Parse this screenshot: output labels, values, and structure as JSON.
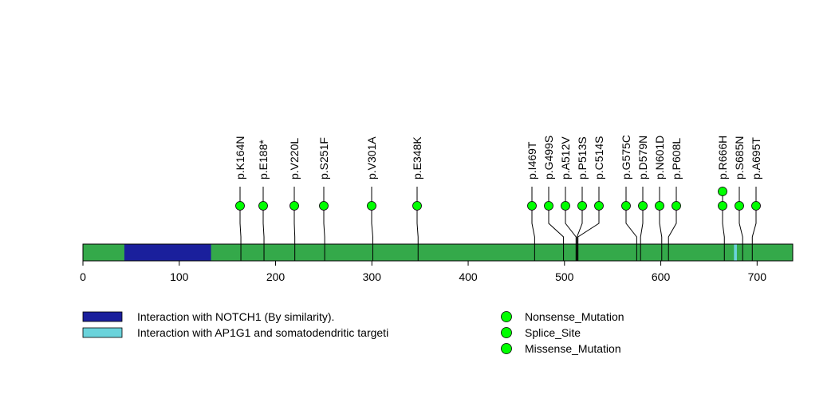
{
  "chart_data": {
    "type": "lollipop",
    "protein_length": 737,
    "x_ticks": [
      0,
      100,
      200,
      300,
      400,
      500,
      600,
      700
    ],
    "xlim": [
      0,
      737
    ],
    "domains": [
      {
        "name": "Interaction with NOTCH1 (By similarity).",
        "start": 43,
        "end": 133,
        "color": "#1a1f9c"
      },
      {
        "name": "Interaction with AP1G1 and somatodendritic targeti",
        "start": 676,
        "end": 679,
        "color": "#6ad3db"
      }
    ],
    "backbone_color": "#34a94a",
    "mutations": [
      {
        "label": "p.K164N",
        "pos": 164,
        "count": 1
      },
      {
        "label": "p.E188*",
        "pos": 188,
        "count": 1
      },
      {
        "label": "p.V220L",
        "pos": 220,
        "count": 1
      },
      {
        "label": "p.S251F",
        "pos": 251,
        "count": 1
      },
      {
        "label": "p.V301A",
        "pos": 301,
        "count": 1
      },
      {
        "label": "p.E348K",
        "pos": 348,
        "count": 1
      },
      {
        "label": "p.I469T",
        "pos": 469,
        "count": 1
      },
      {
        "label": "p.G499S",
        "pos": 499,
        "count": 1
      },
      {
        "label": "p.A512V",
        "pos": 512,
        "count": 1
      },
      {
        "label": "p.P513S",
        "pos": 513,
        "count": 1
      },
      {
        "label": "p.C514S",
        "pos": 514,
        "count": 1
      },
      {
        "label": "p.G575C",
        "pos": 575,
        "count": 1
      },
      {
        "label": "p.D579N",
        "pos": 579,
        "count": 1
      },
      {
        "label": "p.N601D",
        "pos": 601,
        "count": 1
      },
      {
        "label": "p.P608L",
        "pos": 608,
        "count": 1
      },
      {
        "label": "p.R666H",
        "pos": 666,
        "count": 2
      },
      {
        "label": "p.S685N",
        "pos": 685,
        "count": 1
      },
      {
        "label": "p.A695T",
        "pos": 695,
        "count": 1
      }
    ],
    "legend_mutation_types": [
      "Nonsense_Mutation",
      "Splice_Site",
      "Missense_Mutation"
    ],
    "mutation_color": "#00ff00"
  }
}
